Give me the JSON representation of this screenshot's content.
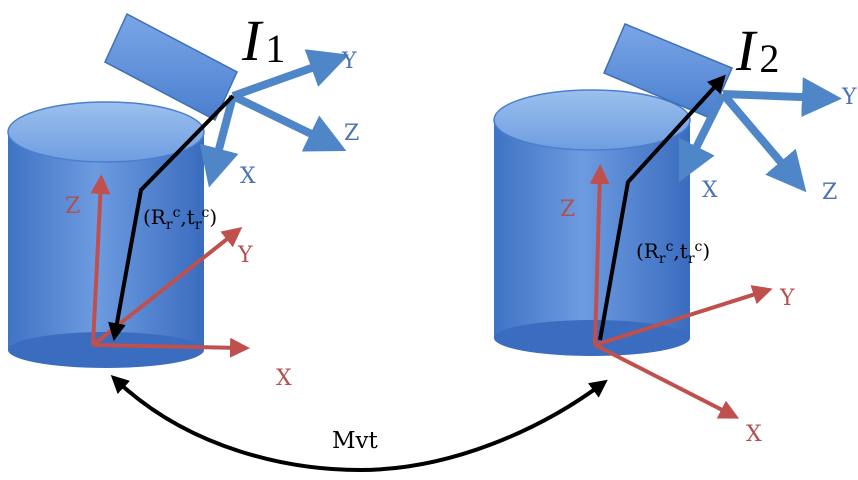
{
  "colors": {
    "cylinder_blue": "#4a7fcf",
    "cylinder_light": "#8fb6ea",
    "camera_blue": "#5a8fd8",
    "camera_axis": "#4e86c8",
    "camera_axis_label": "#4a73b0",
    "object_axis": "#c0504d",
    "object_axis_label": "#b05050",
    "arrow_black": "#000000"
  },
  "left": {
    "image_label": {
      "letter": "I",
      "sub": "1"
    },
    "camera_axes": {
      "y": "Y",
      "z": "Z",
      "x": "X"
    },
    "object_axes": {
      "z": "Z",
      "y": "Y",
      "x": "X"
    },
    "transform": {
      "open": "(R",
      "r1": "r",
      "c1": "c",
      "comma": ",t",
      "r2": "r",
      "c2": "c",
      "close": ")"
    }
  },
  "right": {
    "image_label": {
      "letter": "I",
      "sub": "2"
    },
    "camera_axes": {
      "y": "Y",
      "z": "Z",
      "x": "X"
    },
    "object_axes": {
      "z": "Z",
      "y": "Y",
      "x": "X"
    },
    "transform": {
      "open": "(R",
      "r1": "r",
      "c1": "c",
      "comma": ",t",
      "r2": "r",
      "c2": "c",
      "close": ")"
    }
  },
  "motion_label": "Mvt"
}
